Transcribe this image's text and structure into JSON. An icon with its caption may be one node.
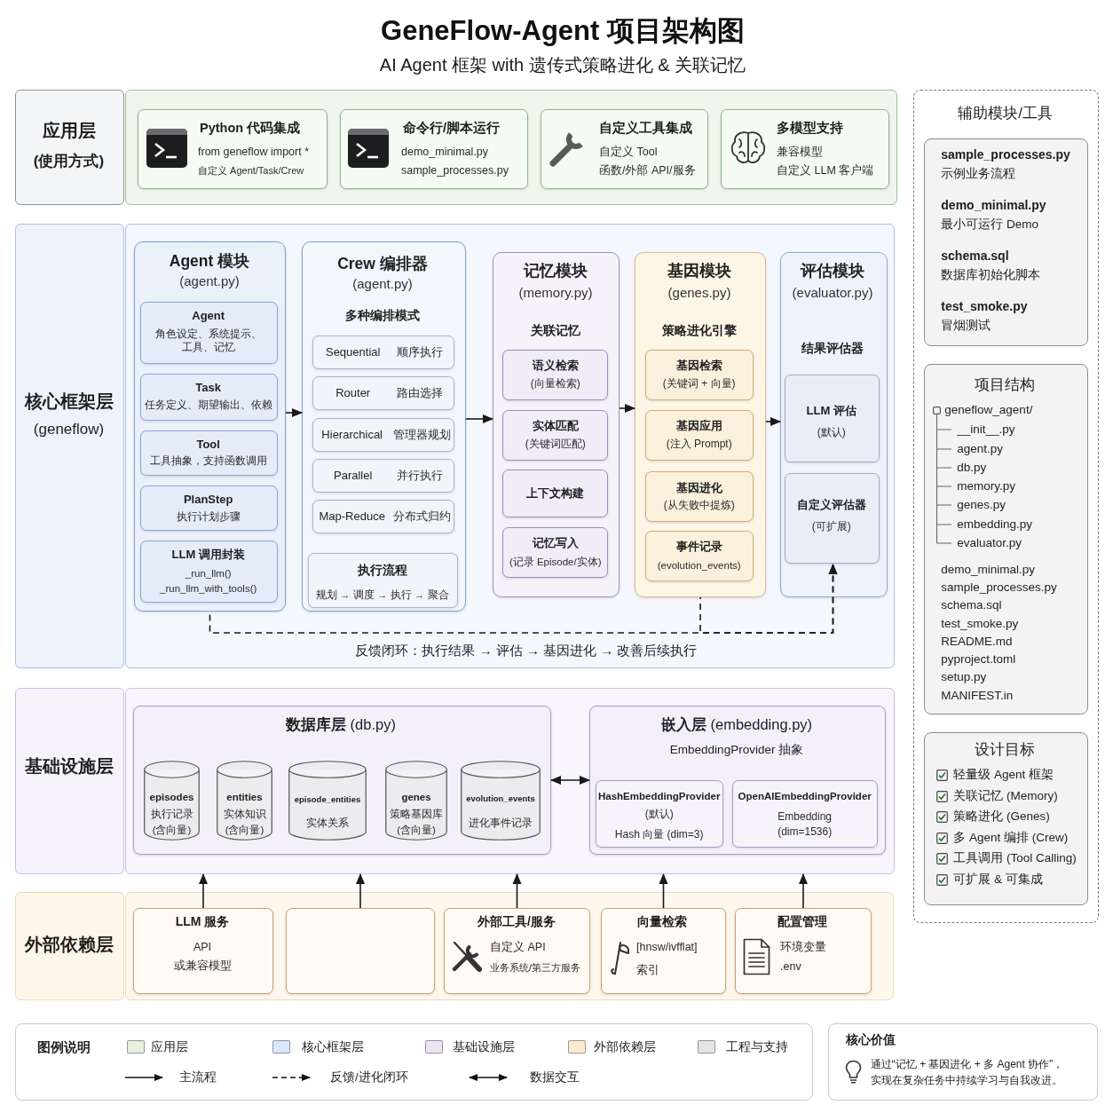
{
  "diagram": {
    "title": "GeneFlow-Agent 项目架构图",
    "nodes": [
      {
        "text": [
          "应用层",
          "(使用方式)"
        ]
      },
      {
        "text": [],
        "shape": "box"
      },
      {
        "text": [
          "Python 代码集成",
          "from geneflow import *",
          "自定义 Agent/Task/Crew"
        ],
        "in": 1
      },
      {
        "text": [
          "命令行/脚本运行",
          "demo_minimal.py",
          "sample_processes.py"
        ],
        "in": 1
      },
      {
        "text": [
          "自定义工具集成",
          "自定义 Tool",
          "函数/外部 API/服务"
        ],
        "in": 1
      },
      {
        "text": [
          "多模型支持",
          "兼容模型",
          "自定义 LLM 客户端"
        ],
        "in": 1
      },
      {
        "text": [
          "核心框架层",
          "(geneflow)"
        ]
      },
      {
        "text": [],
        "shape": "box"
      },
      {
        "text": [
          "Agent 模块",
          "(agent.py)"
        ],
        "in": 7
      },
      {
        "text": [
          "Agent",
          "角色设定、系统提示、工具、记忆"
        ],
        "in": 8
      },
      {
        "text": [
          "Task",
          "任务定义、期望输出、依赖"
        ],
        "in": 8
      },
      {
        "text": [
          "Tool",
          "工具抽象，支持函数调用"
        ],
        "in": 8
      },
      {
        "text": [
          "PlanStep",
          "执行计划步骤"
        ],
        "in": 8
      },
      {
        "text": [
          "LLM 调用封装",
          "_run_llm()",
          "_run_llm_with_tools()"
        ],
        "in": 8
      },
      {
        "text": [
          "Crew 编排器",
          "(agent.py)",
          "多种编排模式"
        ],
        "in": 7
      },
      {
        "text": [
          "Sequential",
          "顺序执行"
        ],
        "in": 14
      },
      {
        "text": [
          "Router",
          "路由选择"
        ],
        "in": 14
      },
      {
        "text": [
          "Hierarchical",
          "管理器规划"
        ],
        "in": 14
      },
      {
        "text": [
          "Parallel",
          "并行执行"
        ],
        "in": 14
      },
      {
        "text": [
          "Map-Reduce",
          "分布式归约"
        ],
        "in": 14
      },
      {
        "text": [
          "执行流程",
          "规划 → 调度 → 执行 → 聚合"
        ],
        "in": 14
      },
      {
        "text": [
          "记忆模块",
          "(memory.py)",
          "关联记忆"
        ],
        "in": 7
      },
      {
        "text": [
          "语义检索",
          "(向量检索)"
        ],
        "in": 21
      },
      {
        "text": [
          "实体匹配",
          "(关键词匹配)"
        ],
        "in": 21
      },
      {
        "text": [
          "上下文构建"
        ],
        "in": 21
      },
      {
        "text": [
          "记忆写入",
          "(记录 Episode/实体)"
        ],
        "in": 21
      },
      {
        "text": [
          "基因模块",
          "(genes.py)",
          "策略进化引擎"
        ],
        "in": 7
      },
      {
        "text": [
          "基因检索",
          "(关键词 + 向量)"
        ],
        "in": 26
      },
      {
        "text": [
          "基因应用",
          "(注入 Prompt)"
        ],
        "in": 26
      },
      {
        "text": [
          "基因进化",
          "(从失败中提炼)"
        ],
        "in": 26
      },
      {
        "text": [
          "事件记录",
          "(evolution_events)"
        ],
        "in": 26
      },
      {
        "text": [
          "评估模块",
          "(evaluator.py)",
          "结果评估器"
        ],
        "in": 7
      },
      {
        "text": [
          "LLM 评估",
          "(默认)"
        ],
        "in": 31
      },
      {
        "text": [
          "自定义评估器",
          "(可扩展)"
        ],
        "in": 31
      },
      {
        "text": [
          "基础设施层"
        ]
      },
      {
        "text": [],
        "shape": "box"
      },
      {
        "text": [
          "**数据库层** (db.py)"
        ],
        "in": 35
      },
      {
        "text": [
          "episodes",
          "执行记录",
          "(含向量)"
        ],
        "in": 36
      },
      {
        "text": [
          "entities",
          "实体知识",
          "(含向量)"
        ],
        "in": 36
      },
      {
        "text": [
          "episode_entities",
          "实体关系"
        ],
        "in": 36
      },
      {
        "text": [
          "genes",
          "策略基因库",
          "(含向量)"
        ],
        "in": 36
      },
      {
        "text": [
          "evolution_events",
          "进化事件记录"
        ],
        "in": 36
      },
      {
        "text": [
          "**嵌入层** (embedding.py)",
          "EmbeddingProvider 抽象"
        ],
        "in": 35
      },
      {
        "text": [
          "HashEmbeddingProvider",
          "(默认)",
          "Hash 向量 (dim=3)"
        ],
        "in": 42
      },
      {
        "text": [
          "OpenAIEmbeddingProvider",
          "Embedding",
          "(dim=1536)"
        ],
        "in": 42
      },
      {
        "text": [
          "外部依赖层"
        ]
      },
      {
        "text": [],
        "shape": "box"
      },
      {
        "text": [
          "LLM 服务",
          "API",
          "或兼容模型"
        ],
        "in": 46
      },
      {
        "text": [],
        "shape": "box",
        "in": 46
      },
      {
        "text": [
          "外部工具/服务",
          "自定义 API",
          "业务系统/第三方服务"
        ],
        "in": 46
      },
      {
        "text": [
          "向量检索",
          "[hnsw/ivfflat]",
          "索引"
        ],
        "in": 46
      },
      {
        "text": [
          "配置管理",
          "环境变量",
          ".env"
        ],
        "in": 46
      },
      {
        "text": [
          "辅助模块/工具"
        ]
      },
      {
        "text": [
          "sample_processes.py",
          "示例业务流程",
          "demo_minimal.py",
          "最小可运行 Demo",
          "schema.sql",
          "数据库初始化脚本",
          "test_smoke.py",
          "冒烟测试"
        ],
        "in": 52
      },
      {
        "text": [
          "项目结构",
          "geneflow_agent/",
          "__init__.py",
          "agent.py",
          "db.py",
          "memory.py",
          "genes.py",
          "embedding.py",
          "evaluator.py",
          "demo_minimal.py",
          "sample_processes.py",
          "schema.sql",
          "test_smoke.py",
          "README.md",
          "pyproject.toml",
          "setup.py",
          "MANIFEST.in"
        ],
        "in": 52
      },
      {
        "text": [
          "设计目标",
          "轻量级 Agent 框架",
          "关联记忆 (Memory)",
          "策略进化 (Genes)",
          "多 Agent 编排 (Crew)",
          "工具调用 (Tool Calling)",
          "可扩展 & 可集成"
        ],
        "in": 52
      },
      {
        "text": [
          "核心价值",
          "通过“记忆 + 基因进化 + 多 Agent 协作”，实现在复杂任务中持续学习与自我改进。"
        ]
      }
    ],
    "edges": [
      {
        "from": 8,
        "to": 14,
        "arrow": "to"
      },
      {
        "from": 14,
        "to": 21,
        "arrow": "to"
      },
      {
        "from": 21,
        "to": 26,
        "arrow": "to"
      },
      {
        "from": 26,
        "to": 31,
        "arrow": "to"
      },
      {
        "from": 8,
        "to": 33,
        "arrow": "to",
        "style": "dashed"
      },
      {
        "from": 26,
        "to": 33,
        "arrow": "to",
        "style": "dashed"
      },
      {
        "from": 36,
        "to": 42,
        "arrow": "both"
      },
      {
        "from": 47,
        "to": 35,
        "arrow": "to"
      },
      {
        "from": 48,
        "to": 35,
        "arrow": "to"
      },
      {
        "from": 49,
        "to": 35,
        "arrow": "to"
      },
      {
        "from": 50,
        "to": 35,
        "arrow": "to"
      },
      {
        "from": 51,
        "to": 35,
        "arrow": "to"
      }
    ],
    "labels": [
      "AI Agent 框架 with 遗传式策略进化 & 关联记忆",
      "反馈闭环：执行结果 → 评估 → 基因进化 → 改善后续执行",
      "图例说明"
    ],
    "legend": [
      {
        "text": "应用层",
        "color": "#e6f2e1"
      },
      {
        "text": "核心框架层",
        "color": "#dbe7fa"
      },
      {
        "text": "基础设施层",
        "color": "#ece3f7"
      },
      {
        "text": "外部依赖层",
        "color": "#fcebd3"
      },
      {
        "text": "工程与支持",
        "color": "#e4e4e4"
      },
      {
        "text": "主流程"
      },
      {
        "text": "反馈/进化闭环"
      },
      {
        "text": "数据交互"
      }
    ]
  }
}
